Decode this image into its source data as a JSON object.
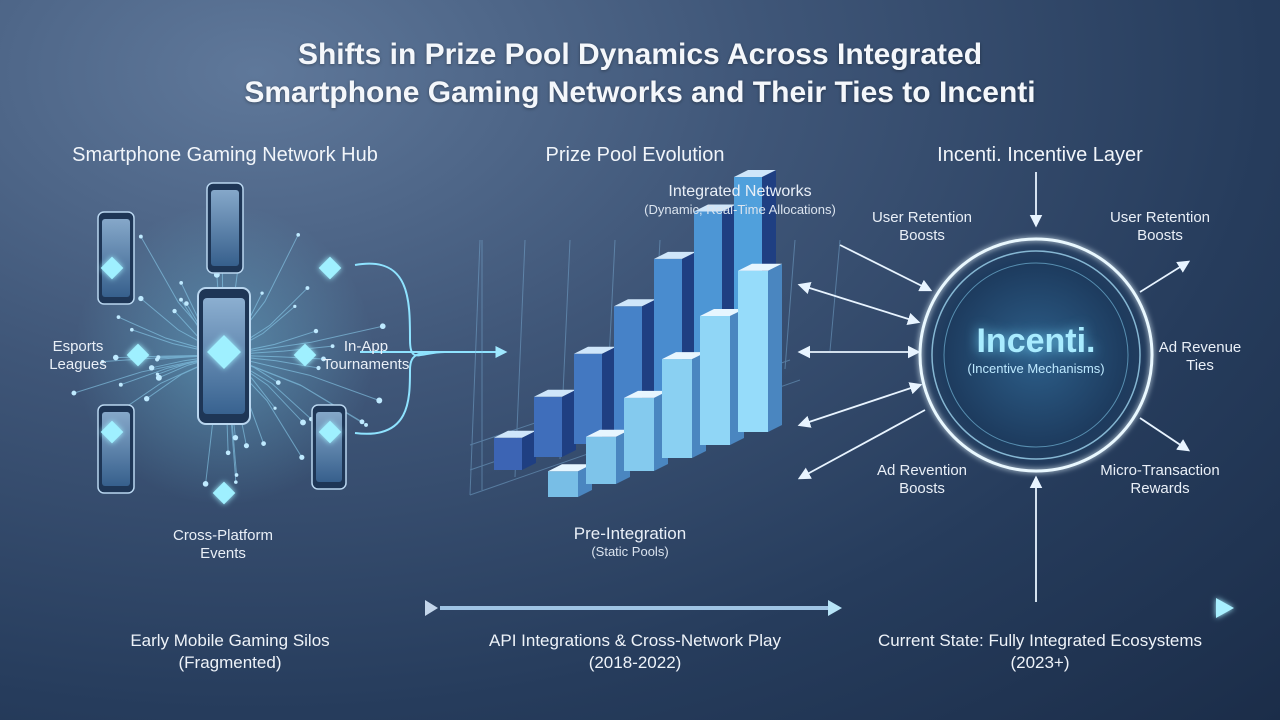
{
  "title_line1": "Shifts in Prize Pool Dynamics Across Integrated",
  "title_line2": "Smartphone Gaming Networks and Their Ties to Incenti",
  "hub": {
    "heading": "Smartphone Gaming Network Hub",
    "esports": [
      "Esports",
      "Leagues"
    ],
    "inapp": [
      "In-App",
      "Tournaments"
    ],
    "crossplatform": [
      "Cross-Platform",
      "Events"
    ]
  },
  "prize": {
    "heading": "Prize Pool Evolution",
    "integrated_title": "Integrated Networks",
    "integrated_sub": "(Dynamic, Real-Time Allocations)",
    "pre_title": "Pre-Integration",
    "pre_sub": "(Static Pools)",
    "back_row": [
      0.15,
      0.28,
      0.42,
      0.58,
      0.74,
      0.9,
      1.0
    ],
    "front_row": [
      0.12,
      0.22,
      0.34,
      0.46,
      0.6,
      0.75
    ]
  },
  "incenti": {
    "heading": "Incenti. Incentive Layer",
    "core_title": "Incenti.",
    "core_sub": "(Incentive Mechanisms)",
    "user_retention_left": [
      "User Retention",
      "Boosts"
    ],
    "user_retention_right": [
      "User Retention",
      "Boosts"
    ],
    "ad_revenue": [
      "Ad Revenue",
      "Ties"
    ],
    "ad_revention": [
      "Ad Revention",
      "Boosts"
    ],
    "microtx": [
      "Micro-Transaction",
      "Rewards"
    ]
  },
  "timeline": {
    "stage1": [
      "Early Mobile Gaming Silos",
      "(Fragmented)"
    ],
    "stage2": [
      "API Integrations & Cross-Network Play",
      "(2018-2022)"
    ],
    "stage3": [
      "Current State: Fully Integrated Ecosystems",
      "(2023+)"
    ]
  },
  "colors": {
    "accent_glow": "#7fe3ff",
    "bar_dark": "#2a4f9e",
    "bar_light": "#8fd8f5"
  }
}
